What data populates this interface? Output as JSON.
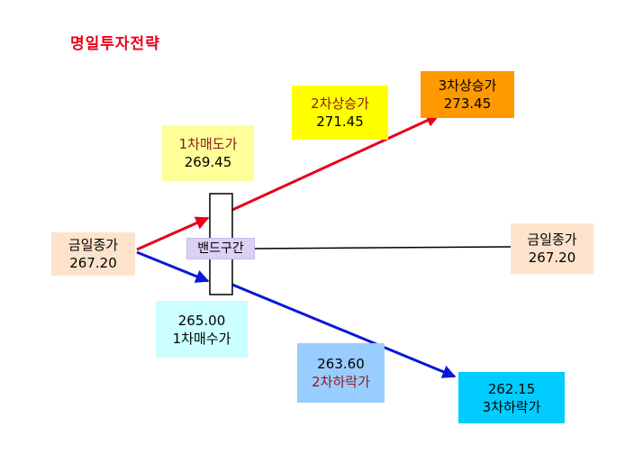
{
  "title": "명일투자전략",
  "band": {
    "label": "밴드구간"
  },
  "boxes": {
    "close_left": {
      "label": "금일종가",
      "value": "267.20"
    },
    "close_right": {
      "label": "금일종가",
      "value": "267.20"
    },
    "sell1": {
      "label": "1차매도가",
      "value": "269.45"
    },
    "resist2": {
      "label": "2차상승가",
      "value": "271.45"
    },
    "resist3": {
      "label": "3차상승가",
      "value": "273.45"
    },
    "buy1": {
      "value": "265.00",
      "label": "1차매수가"
    },
    "support2": {
      "value": "263.60",
      "label": "2차하락가"
    },
    "support3": {
      "value": "262.15",
      "label": "3차하락가"
    }
  },
  "colors": {
    "title": "#e8001c",
    "up_arrow": "#e8001c",
    "down_arrow": "#0b18d6",
    "flat_line": "#000000",
    "close_box": "#fde3cb",
    "sell_box": "#ffff99",
    "resist2_box": "#ffff00",
    "resist3_box": "#ff9900",
    "buy_box": "#ccffff",
    "support2_box": "#99ccff",
    "support3_box": "#00ccff"
  }
}
